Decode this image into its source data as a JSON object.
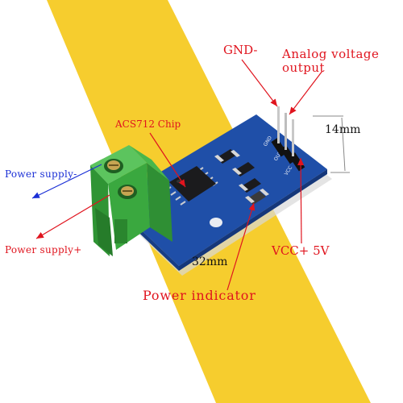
{
  "labels": {
    "gnd": "GND-",
    "analog_line1": "Analog voltage",
    "analog_line2": "output",
    "chip": "ACS712 Chip",
    "dim_width": "14mm",
    "power_supply_minus": "Power supply-",
    "power_supply_plus": "Power supply+",
    "vcc": "VCC+ 5V",
    "dim_length": "32mm",
    "power_indicator": "Power indicator"
  },
  "pin_silk": {
    "gnd": "GND",
    "out": "OUT",
    "vcc": "VCC"
  },
  "colors": {
    "background": "#ffffff",
    "band": "#f6cd2e",
    "pcb": "#1f4fa8",
    "terminal": "#38a83e",
    "red_label": "#e0141e",
    "blue_label": "#1a2fd6"
  }
}
